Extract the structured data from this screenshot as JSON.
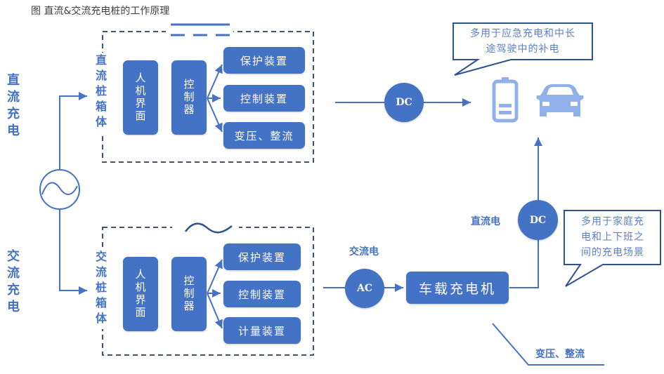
{
  "title": "图  直流&交流充电桩的工作原理",
  "left_labels": {
    "dc": "直流充电",
    "ac": "交流充电"
  },
  "ac_source_symbol": "ac-source-icon",
  "dc_pile": {
    "box_label": "直流桩箱体",
    "hmi": "人机界面",
    "controller": "控制器",
    "outputs": [
      "保护装置",
      "控制装置",
      "变压、整流"
    ],
    "symbol": "dc-symbol",
    "circle_label": "DC"
  },
  "ac_pile": {
    "box_label": "交流桩箱体",
    "hmi": "人机界面",
    "controller": "控制器",
    "outputs": [
      "保护装置",
      "控制装置",
      "计量装置"
    ],
    "symbol": "ac-symbol",
    "circle_label": "AC",
    "ac_label": "交流电",
    "onboard_charger": "车载充电机",
    "dc_label": "直流电",
    "dc_circle_label": "DC",
    "annotation": "变压、整流"
  },
  "callouts": {
    "dc": "多用于应急充电和中长途驾驶中的补电",
    "dc_lines": [
      "多用于应急充电和中长",
      "途驾驶中的补电"
    ],
    "ac_lines": [
      "多用于家庭充",
      "电和上下班之",
      "间的充电场景"
    ]
  },
  "icons": {
    "battery": "battery-icon",
    "car": "car-icon"
  },
  "colors": {
    "primary": "#4472c4",
    "icon_light": "#8fb0ea",
    "callout_border": "#2f528f"
  }
}
